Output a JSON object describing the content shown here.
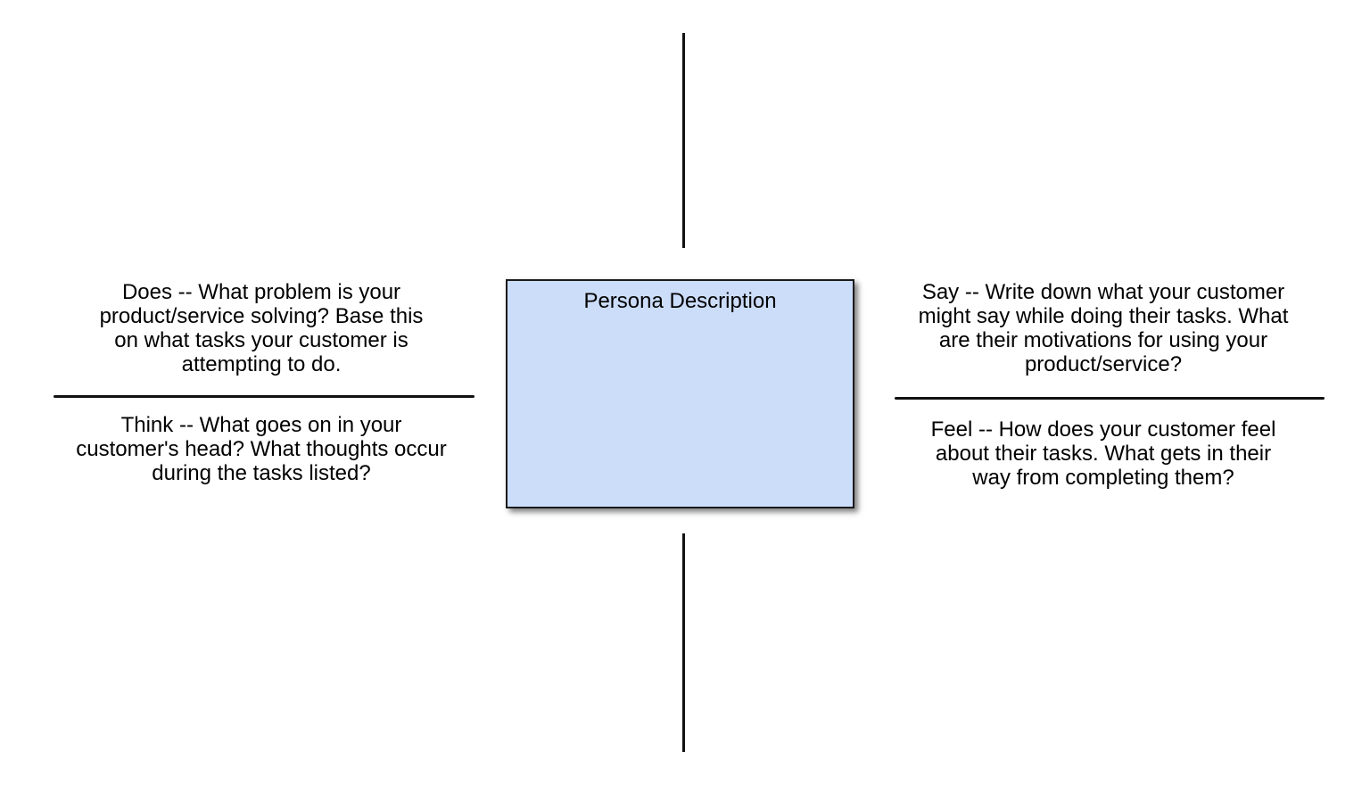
{
  "canvas": {
    "background": "#ffffff",
    "line_color": "#111111",
    "text_color": "#000000"
  },
  "persona_box": {
    "label": "Persona Description",
    "fill": "#ccddfa",
    "border_color": "#1a1a1a"
  },
  "quadrants": {
    "does": "Does -- What problem is your\nproduct/service solving? Base this\non what tasks your customer is\nattempting to do.",
    "think": "Think -- What goes on in your\ncustomer's head? What thoughts occur\nduring the tasks listed?",
    "say": "Say -- Write down what your customer\nmight say while doing their tasks. What\nare their motivations for using your\nproduct/service?",
    "feel": "Feel -- How does your customer feel\nabout their tasks. What gets in their\nway from completing them?"
  }
}
